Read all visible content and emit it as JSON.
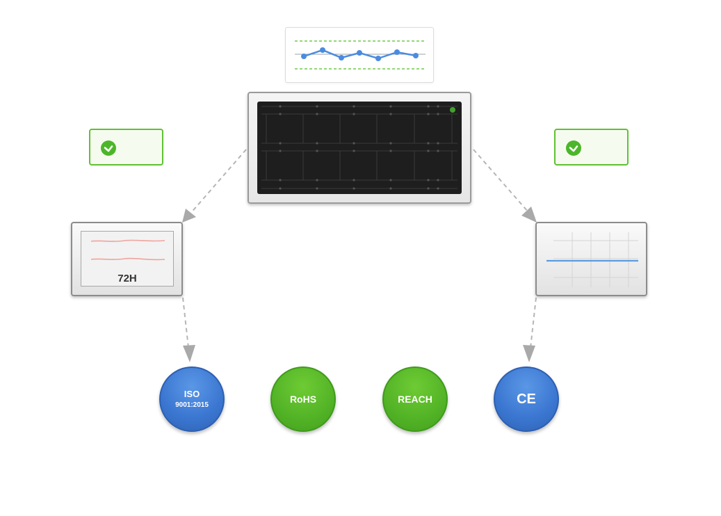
{
  "monitor_card": {
    "icon": "line-chart-icon",
    "colors": {
      "line": "#4a8be0",
      "limit": "#6fca4a",
      "baseline": "#9aa3ad"
    }
  },
  "panel": {
    "icon": "solar-panel-icon",
    "indicator_color": "#43a02d"
  },
  "check_badges": [
    {
      "icon": "check-circle-icon",
      "color": "#4cb62a"
    },
    {
      "icon": "check-circle-icon",
      "color": "#4cb62a"
    }
  ],
  "left_device": {
    "label": "72H",
    "icon": "thermal-chamber-icon",
    "trace_color": "#f0a39d"
  },
  "right_device": {
    "icon": "test-grid-icon",
    "trace_color": "#5c9be0"
  },
  "certifications": [
    {
      "line1": "ISO",
      "line2": "9001:2015",
      "color": "#3a76d0"
    },
    {
      "line1": "RoHS",
      "color": "#52b326"
    },
    {
      "line1": "REACH",
      "color": "#52b326"
    },
    {
      "line1": "CE",
      "color": "#3a76d0"
    }
  ],
  "connectors": {
    "color": "#b5b5b5",
    "style": "dashed"
  }
}
